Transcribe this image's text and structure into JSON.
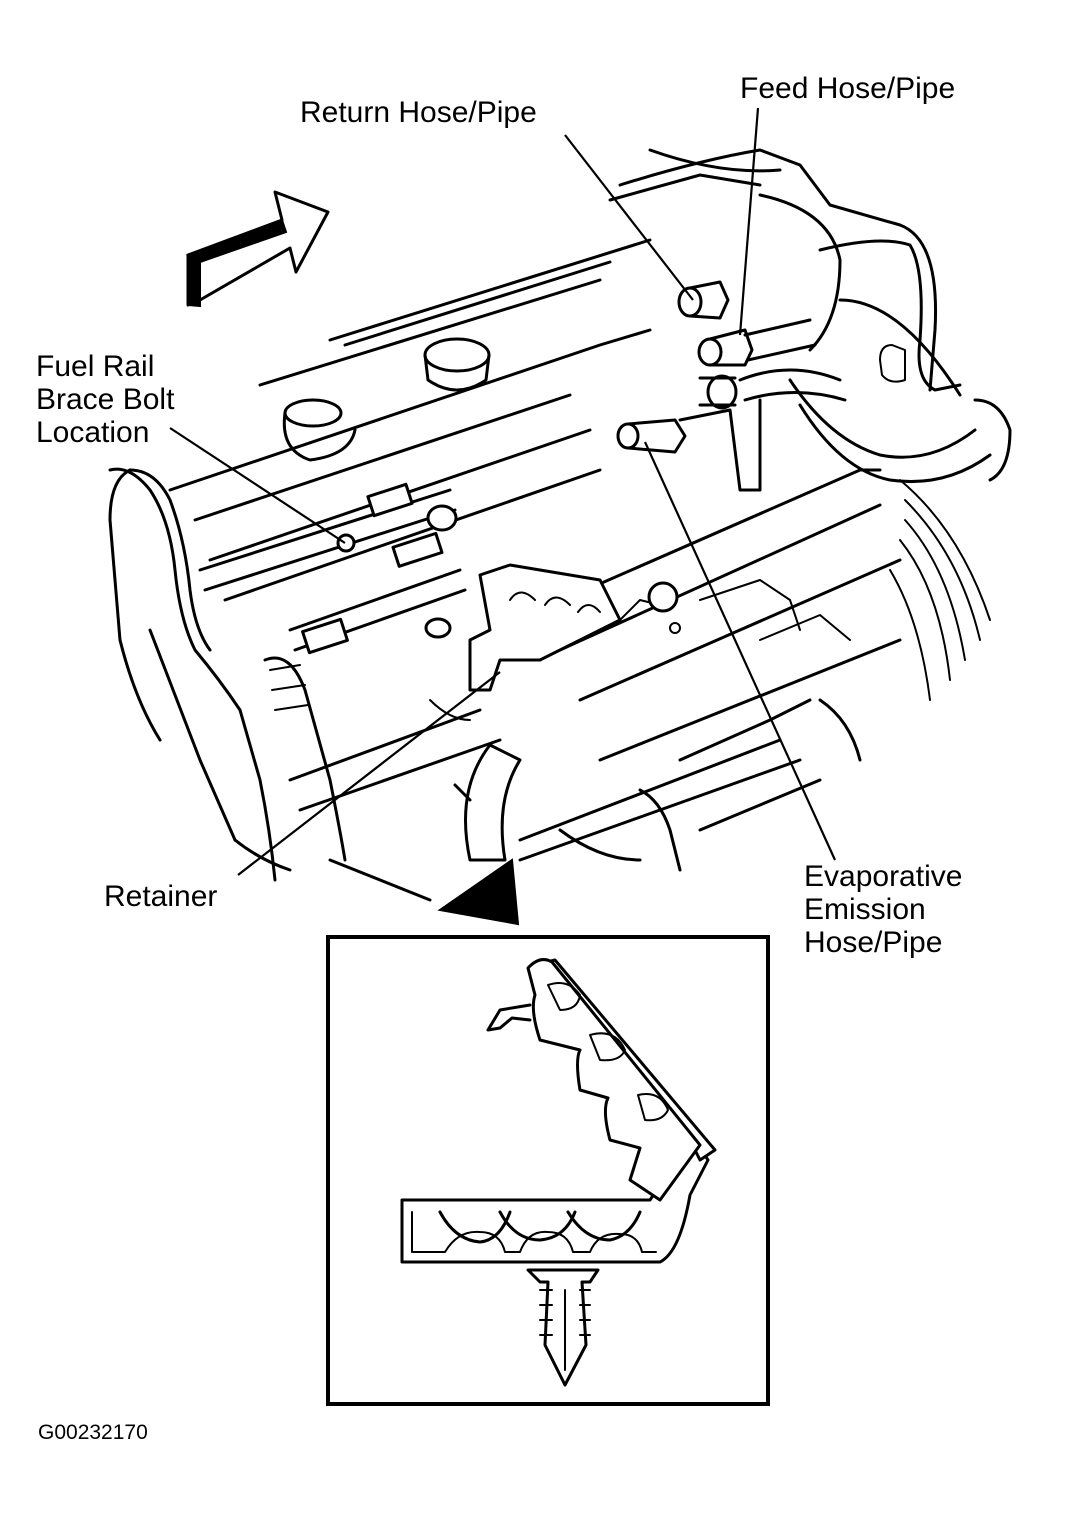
{
  "labels": {
    "return_hose": "Return Hose/Pipe",
    "feed_hose": "Feed Hose/Pipe",
    "fuel_rail_brace": [
      "Fuel Rail",
      "Brace Bolt",
      "Location"
    ],
    "retainer": "Retainer",
    "evap_hose": [
      "Evaporative",
      "Emission",
      "Hose/Pipe"
    ]
  },
  "figure_id": "G00232170",
  "colors": {
    "ink": "#000000",
    "paper": "#ffffff"
  }
}
